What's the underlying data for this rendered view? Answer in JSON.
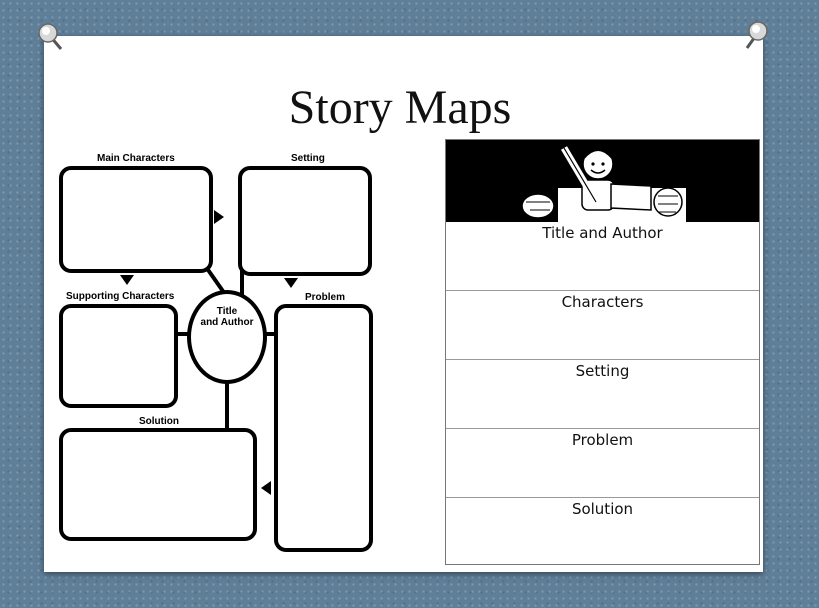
{
  "slide": {
    "title": "Story Maps"
  },
  "graphic_organizer": {
    "main_characters": "Main Characters",
    "setting": "Setting",
    "supporting_characters": "Supporting Characters",
    "title_and_author": "Title\nand Author",
    "problem": "Problem",
    "solution": "Solution"
  },
  "story_table": {
    "rows": [
      {
        "label": "Title and Author"
      },
      {
        "label": "Characters"
      },
      {
        "label": "Setting"
      },
      {
        "label": "Problem"
      },
      {
        "label": "Solution"
      }
    ]
  }
}
